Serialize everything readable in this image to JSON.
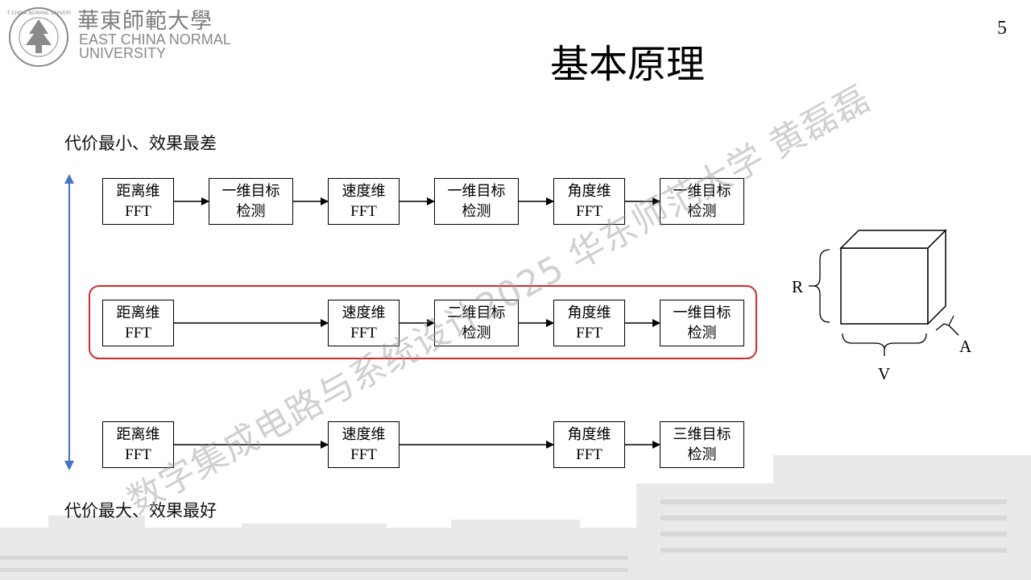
{
  "header": {
    "logo_cn": "華東師範大學",
    "logo_en_line1": "EAST CHINA NORMAL",
    "logo_en_line2": "UNIVERSITY",
    "title": "基本原理",
    "page_number": "5"
  },
  "notes": {
    "top": "代价最小、效果最差",
    "bottom": "代价最大、效果最好"
  },
  "rows": [
    {
      "blocks": [
        {
          "line1": "距离维",
          "line2": "FFT"
        },
        {
          "line1": "一维目标",
          "line2": "检测"
        },
        {
          "line1": "速度维",
          "line2": "FFT"
        },
        {
          "line1": "一维目标",
          "line2": "检测"
        },
        {
          "line1": "角度维",
          "line2": "FFT"
        },
        {
          "line1": "一维目标",
          "line2": "检测"
        }
      ]
    },
    {
      "highlighted": true,
      "blocks": [
        {
          "line1": "距离维",
          "line2": "FFT"
        },
        {
          "line1": "速度维",
          "line2": "FFT"
        },
        {
          "line1": "二维目标",
          "line2": "检测"
        },
        {
          "line1": "角度维",
          "line2": "FFT"
        },
        {
          "line1": "一维目标",
          "line2": "检测"
        }
      ]
    },
    {
      "blocks": [
        {
          "line1": "距离维",
          "line2": "FFT"
        },
        {
          "line1": "速度维",
          "line2": "FFT"
        },
        {
          "line1": "角度维",
          "line2": "FFT"
        },
        {
          "line1": "三维目标",
          "line2": "检测"
        }
      ]
    }
  ],
  "cube": {
    "label_r": "R",
    "label_v": "V",
    "label_a": "A"
  },
  "watermark": "数字集成电路与系统设计2025 华东师范大学 黄磊磊",
  "colors": {
    "highlight": "#d42a2a",
    "axis_arrow": "#4472c4",
    "logo_gray": "#7d7d7d"
  }
}
